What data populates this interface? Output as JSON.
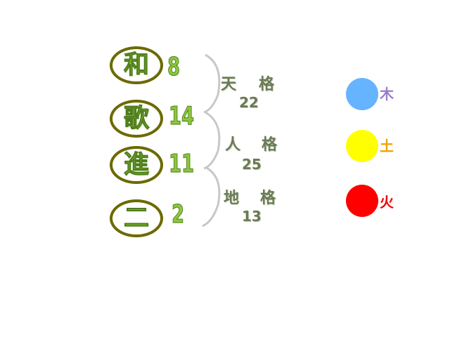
{
  "name_chars": [
    {
      "char": "和",
      "strokes": "8"
    },
    {
      "char": "歌",
      "strokes": "14"
    },
    {
      "char": "進",
      "strokes": "11"
    },
    {
      "char": "二",
      "strokes": "2"
    }
  ],
  "grids": [
    {
      "left": "天",
      "right": "格",
      "value": "22"
    },
    {
      "left": "人",
      "right": "格",
      "value": "25"
    },
    {
      "left": "地",
      "right": "格",
      "value": "13"
    }
  ],
  "elements": [
    {
      "label": "木",
      "dot_color": "#66b3ff",
      "text_color": "#9a7dc8"
    },
    {
      "label": "土",
      "dot_color": "#ffff00",
      "text_color": "#f0a000"
    },
    {
      "label": "火",
      "dot_color": "#ff0000",
      "text_color": "#ee0000"
    }
  ],
  "colors": {
    "ring": "#6b6a00",
    "char_fill": "#8cc63f",
    "bracket": "#c8c8c8",
    "grid_text": "#6a7a55"
  }
}
